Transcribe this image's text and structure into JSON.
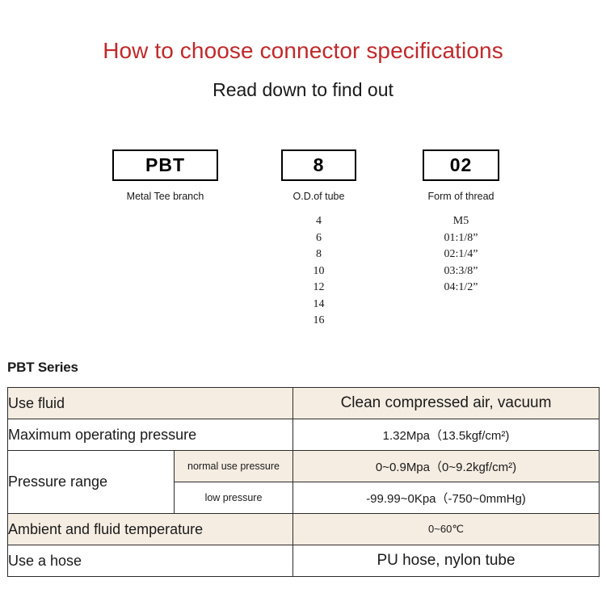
{
  "header": {
    "title": "How to choose connector specifications",
    "subtitle": "Read down to find out",
    "title_color": "#c0292b"
  },
  "code_breakdown": {
    "columns": [
      {
        "box_value": "PBT",
        "caption": "Metal Tee branch",
        "options": []
      },
      {
        "box_value": "8",
        "caption": "O.D.of tube",
        "options": [
          "4",
          "6",
          "8",
          "10",
          "12",
          "14",
          "16"
        ]
      },
      {
        "box_value": "02",
        "caption": "Form of thread",
        "options": [
          "M5",
          "01:1/8”",
          "02:1/4”",
          "03:3/8”",
          "04:1/2”"
        ]
      }
    ]
  },
  "series": {
    "heading": "PBT Series",
    "table": {
      "rows": [
        {
          "label": "Use fluid",
          "value": "Clean compressed air, vacuum",
          "shaded": true
        },
        {
          "label": "Maximum operating pressure",
          "value": "1.32Mpa（13.5kgf/cm²)",
          "shaded": false
        },
        {
          "label": "Pressure range",
          "sub_rows": [
            {
              "sub_label": "normal use pressure",
              "value": "0~0.9Mpa（0~9.2kgf/cm²)",
              "shaded": true
            },
            {
              "sub_label": "low pressure",
              "value": "-99.99~0Kpa（-750~0mmHg)",
              "shaded": false
            }
          ]
        },
        {
          "label": "Ambient and fluid temperature",
          "value": "0~60℃",
          "shaded": true
        },
        {
          "label": "Use a hose",
          "value": "PU hose, nylon tube",
          "shaded": false
        }
      ]
    }
  },
  "colors": {
    "shade": "#f5ede2",
    "border": "#2b2b2b",
    "accent": "#c0292b"
  }
}
